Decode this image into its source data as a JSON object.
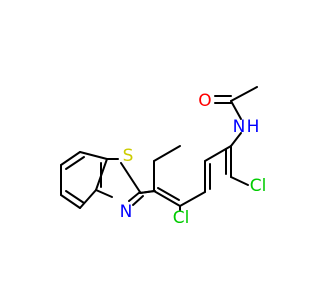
{
  "molecule": {
    "atoms": {
      "oxygen": {
        "label": "O",
        "color": "#ff0000"
      },
      "amide_nitrogen": {
        "label": "N",
        "color": "#0000ff",
        "h": "H"
      },
      "sulfur": {
        "label": "S",
        "color": "#cccc00"
      },
      "thiazole_nitrogen": {
        "label": "N",
        "color": "#0000ff"
      },
      "chlorine_top": {
        "label": "Cl",
        "color": "#00cc00"
      },
      "chlorine_bottom": {
        "label": "Cl",
        "color": "#00cc00"
      }
    }
  }
}
